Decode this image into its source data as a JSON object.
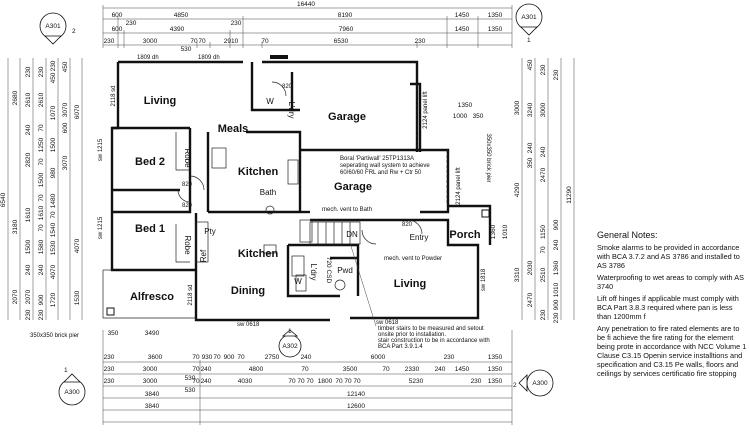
{
  "rooms": {
    "living_top": "Living",
    "meals": "Meals",
    "garage_main": "Garage",
    "bed2": "Bed 2",
    "robe_bed2": "Robe",
    "kitchen_top": "Kitchen",
    "bath": "Bath",
    "garage_lower": "Garage",
    "bed1": "Bed 1",
    "robe_bed1": "Robe",
    "kitchen_lower": "Kitchen",
    "dining": "Dining",
    "living_lower": "Living",
    "alfresco": "Alfresco",
    "porch": "Porch",
    "entry": "Entry",
    "pwd": "Pwd",
    "ldry_top": "L'dry",
    "ldry_lower": "L'dry",
    "pty": "Pty",
    "ref": "Ref",
    "w_top": "W",
    "w_lower": "W",
    "dn": "DN",
    "csd": "720 CSD"
  },
  "callouts": {
    "a301_left": "A301",
    "a301_left_num": "2",
    "a301_right": "A301",
    "a301_right_num": "1",
    "a300_left": "A300",
    "a300_left_num": "1",
    "a300_right": "A300",
    "a300_right_num": "2",
    "a302": "A302",
    "a302_num": "1"
  },
  "annotations": {
    "partition_1": "Boral 'Partiwall' 25TP1313A",
    "partition_2": "seperating wall system to achieve",
    "partition_3": "60/60/60 FRL and Rw + Ctr 50",
    "vent_bath": "mech. vent to Bath",
    "vent_powder": "mech. vent to Powder",
    "stairs_1": "timber stairs to be measured and setout",
    "stairs_2": "onsite prior to installation.",
    "stairs_3": "stair construction to be in accordance with",
    "stairs_4": "BCA Part 3.9.1.4",
    "brick_pier": "350x350 brick pier",
    "brick_pier_right": "350x350 brick pier",
    "sw_0618_a": "sw 0618",
    "sw_0618_b": "sw 0618",
    "sw_1215_a": "sw 1215",
    "sw_1215_b": "sw 1215",
    "sw_1818": "sw 1818",
    "sd_2118_top": "2118 sd",
    "sd_2118_bot": "2118 sd",
    "panel_lift_a": "2124 panel lift",
    "panel_lift_b": "2124 panel lift",
    "head_1809_a": "1809 dh",
    "head_1809_b": "1809 dh",
    "door_820": "820"
  },
  "notes": {
    "title": "General Notes:",
    "items": [
      "Smoke alarms to be provided in accordance with BCA 3.7.2 and AS 3786 and installed to AS 3786",
      "Waterproofing to wet areas to comply with AS 3740",
      "Lift off hinges if applicable must comply with BCA Part 3.8.3 required where pan is less than 1200mm f",
      "Any penetration to fire rated elements are to be fi achieve the fire rating for the element being prote in accordance with NCC Volume 1 Clause C3.15 Openin service installtions and specification and C3.15 Pe walls, floors and ceilings by services certificatio fire stopping"
    ]
  },
  "dims_top": {
    "row1": [
      "16440"
    ],
    "row2": [
      "600",
      "4850",
      "8190",
      "1450",
      "1350"
    ],
    "row3": [
      "600",
      "230",
      "4390",
      "230",
      "7960",
      "1450",
      "1350"
    ],
    "row4": [
      "230",
      "3000",
      "70",
      "530",
      "70",
      "2910",
      "70",
      "6530",
      "230"
    ]
  },
  "dims_bottom": {
    "row1": [
      "230",
      "3600",
      "70",
      "930",
      "70",
      "900",
      "70",
      "2750",
      "240",
      "6000",
      "230",
      "1350"
    ],
    "row2": [
      "230",
      "3000",
      "70",
      "530",
      "240",
      "4800",
      "70",
      "3500",
      "70",
      "2330",
      "240",
      "1450",
      "1350"
    ],
    "row3": [
      "230",
      "3000",
      "70",
      "530",
      "240",
      "4030",
      "70",
      "70",
      "70",
      "1800",
      "70",
      "70",
      "70",
      "5230",
      "230",
      "1350"
    ],
    "row4": [
      "3840",
      "12140"
    ],
    "row5": [
      "3840",
      "12600"
    ],
    "row6": [
      "3490"
    ],
    "row7": [
      "350"
    ]
  },
  "dims_left": {
    "overall": "6540",
    "col_a": [
      "2680",
      "3180",
      "2070"
    ],
    "col_b": [
      "230",
      "2610",
      "240",
      "2820",
      "1610",
      "1500",
      "240",
      "2070",
      "230"
    ],
    "col_c": [
      "230",
      "2610",
      "70",
      "1250",
      "70",
      "1500",
      "70",
      "1610",
      "70",
      "1580",
      "240",
      "900",
      "230"
    ],
    "col_d": [
      "230",
      "450",
      "1070",
      "1500",
      "980",
      "1480",
      "70",
      "1540",
      "1530",
      "4070",
      "1720"
    ],
    "col_e": [
      "450",
      "3070",
      "600",
      "3070",
      "6070",
      "4070",
      "1530"
    ]
  },
  "dims_right": {
    "overall": "11290",
    "col_a": [
      "3000",
      "4290",
      "3310"
    ],
    "col_b": [
      "450",
      "3240",
      "240",
      "350",
      "2030",
      "2470"
    ],
    "col_c": [
      "230",
      "3000",
      "240",
      "2470",
      "1150",
      "70",
      "2510",
      "230"
    ],
    "col_d": [
      "230",
      "900",
      "240",
      "1360",
      "1010",
      "900",
      "230"
    ],
    "col_e": [
      "1360",
      "1010"
    ],
    "porch_top": [
      "1350",
      "1000",
      "350"
    ]
  }
}
